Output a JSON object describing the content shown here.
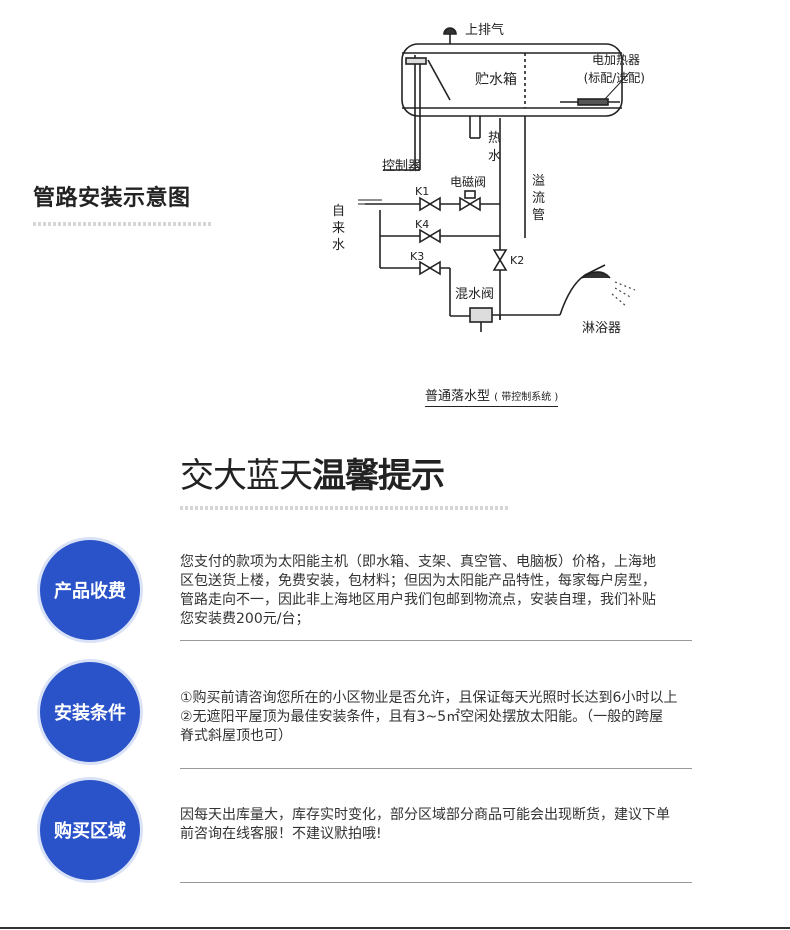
{
  "section_title": "管路安装示意图",
  "diagram": {
    "labels": {
      "exhaust": "上排气",
      "tank": "贮水箱",
      "heater": "电加热器",
      "heater_note": "(标配/选配)",
      "hot_water_1": "热",
      "hot_water_2": "水",
      "controller": "控制器",
      "solenoid": "电磁阀",
      "k1": "K1",
      "k4": "K4",
      "k3": "K3",
      "k2": "K2",
      "overflow_1": "溢",
      "overflow_2": "流",
      "overflow_3": "管",
      "tap_1": "自",
      "tap_2": "来",
      "tap_3": "水",
      "mixer": "混水阀",
      "shower": "淋浴器"
    },
    "caption_main": "普通落水型",
    "caption_sub": "( 带控制系统 )"
  },
  "brand": {
    "title_light": "交大蓝天",
    "title_bold": "温馨提示"
  },
  "tips": [
    {
      "badge": "产品收费",
      "lines": [
        "您支付的款项为太阳能主机（即水箱、支架、真空管、电脑板）价格，上海地",
        "区包送货上楼，免费安装，包材料；但因为太阳能产品特性，每家每户房型，",
        "管路走向不一，因此非上海地区用户我们包邮到物流点，安装自理，我们补贴",
        "您安装费200元/台；"
      ]
    },
    {
      "badge": "安装条件",
      "lines": [
        "①购买前请咨询您所在的小区物业是否允许，且保证每天光照时长达到6小时以上",
        "②无遮阳平屋顶为最佳安装条件，且有3~5㎡空闲处摆放太阳能。（一般的跨屋",
        "脊式斜屋顶也可）"
      ]
    },
    {
      "badge": "购买区域",
      "lines": [
        "因每天出库量大，库存实时变化，部分区域部分商品可能会出现断货，建议下单",
        "前咨询在线客服！不建议默拍哦!"
      ]
    }
  ],
  "colors": {
    "badge": "#2a53c9",
    "text": "#333333"
  }
}
